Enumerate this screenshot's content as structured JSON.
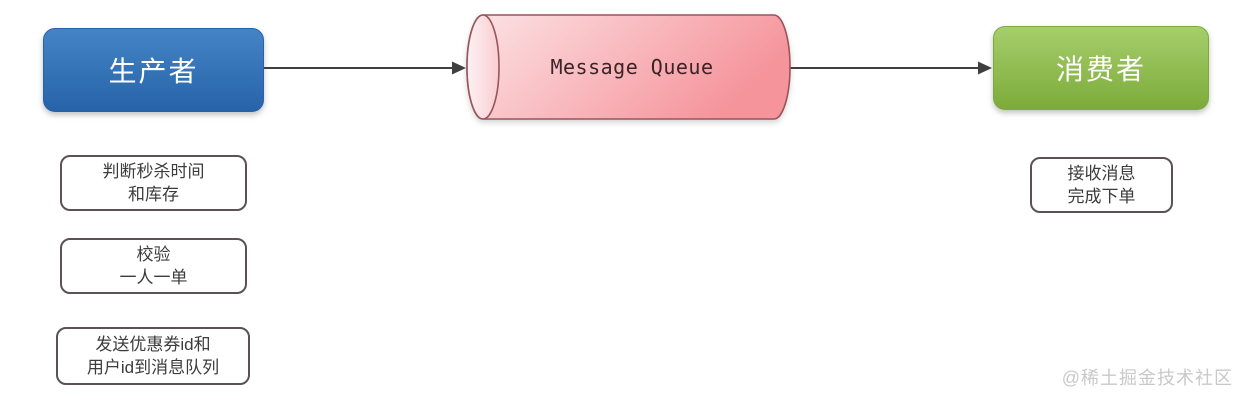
{
  "nodes": {
    "producer": {
      "label": "生产者"
    },
    "queue": {
      "label": "Message Queue"
    },
    "consumer": {
      "label": "消费者"
    }
  },
  "producer_steps": [
    {
      "line1": "判断秒杀时间",
      "line2": "和库存"
    },
    {
      "line1": "校验",
      "line2": "一人一单"
    },
    {
      "line1": "发送优惠券id和",
      "line2": "用户id到消息队列"
    }
  ],
  "consumer_steps": [
    {
      "line1": "接收消息",
      "line2": "完成下单"
    }
  ],
  "watermark": "@稀土掘金技术社区",
  "colors": {
    "producer_top": "#4384c6",
    "producer_bottom": "#2763a9",
    "consumer_top": "#a6ce6b",
    "consumer_bottom": "#7cab3a",
    "node_text": "#ffffff",
    "queue_body_light": "#fce4e6",
    "queue_body_dark": "#f5949b",
    "queue_cap_light": "#fdf1f2",
    "queue_cap_dark": "#f9cdd1",
    "queue_stroke": "#9a545c",
    "queue_text": "#3b2327",
    "note_border": "#5c5254",
    "note_text": "#3c3c3c",
    "arrow": "#3f3f3f",
    "watermark_text": "#c9c9c9"
  }
}
